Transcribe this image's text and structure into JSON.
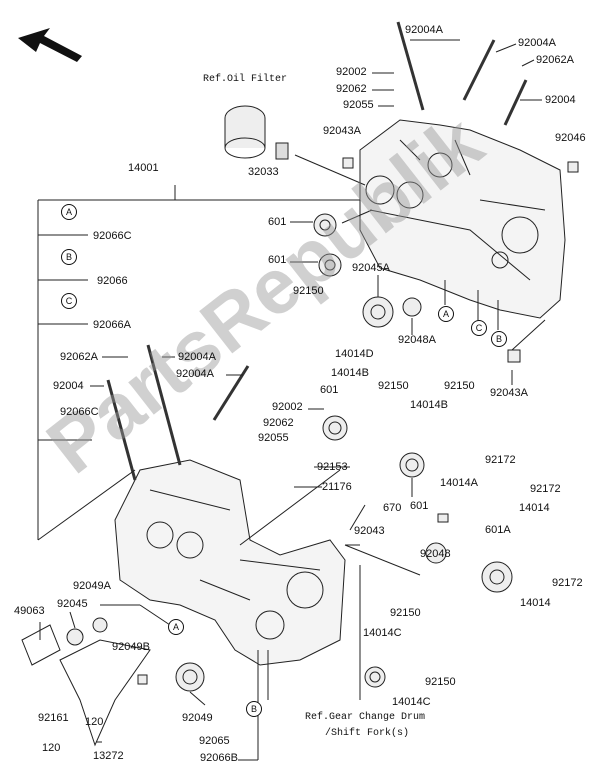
{
  "watermark": "PartsRepublik",
  "refs": {
    "oil_filter": "Ref.Oil Filter",
    "gear_change_1": "Ref.Gear Change Drum",
    "gear_change_2": "/Shift Fork(s)"
  },
  "legend": [
    {
      "marker": "A",
      "part": "92066C"
    },
    {
      "marker": "B",
      "part": "92066"
    },
    {
      "marker": "C",
      "part": "92066A"
    }
  ],
  "markers": {
    "a": "A",
    "b": "B",
    "c": "C"
  },
  "parts": [
    "92004A",
    "92004A",
    "92062A",
    "92004",
    "92002",
    "92062",
    "92055",
    "32033",
    "92043A",
    "92046",
    "14001",
    "601",
    "601",
    "92045A",
    "92150",
    "92048A",
    "92043A",
    "92062A",
    "92004A",
    "92004A",
    "92004",
    "92066C",
    "92002",
    "92062",
    "92055",
    "14014D",
    "14014B",
    "601",
    "92150",
    "92150",
    "14014B",
    "92153",
    "21176",
    "601",
    "670",
    "92043",
    "92172",
    "14014A",
    "92172",
    "14014",
    "601A",
    "92048",
    "92172",
    "14014",
    "49063",
    "92049A",
    "92045",
    "92049B",
    "92150",
    "14014C",
    "92150",
    "14014C",
    "92049",
    "92161",
    "120",
    "120",
    "13272",
    "92065",
    "92066B"
  ]
}
